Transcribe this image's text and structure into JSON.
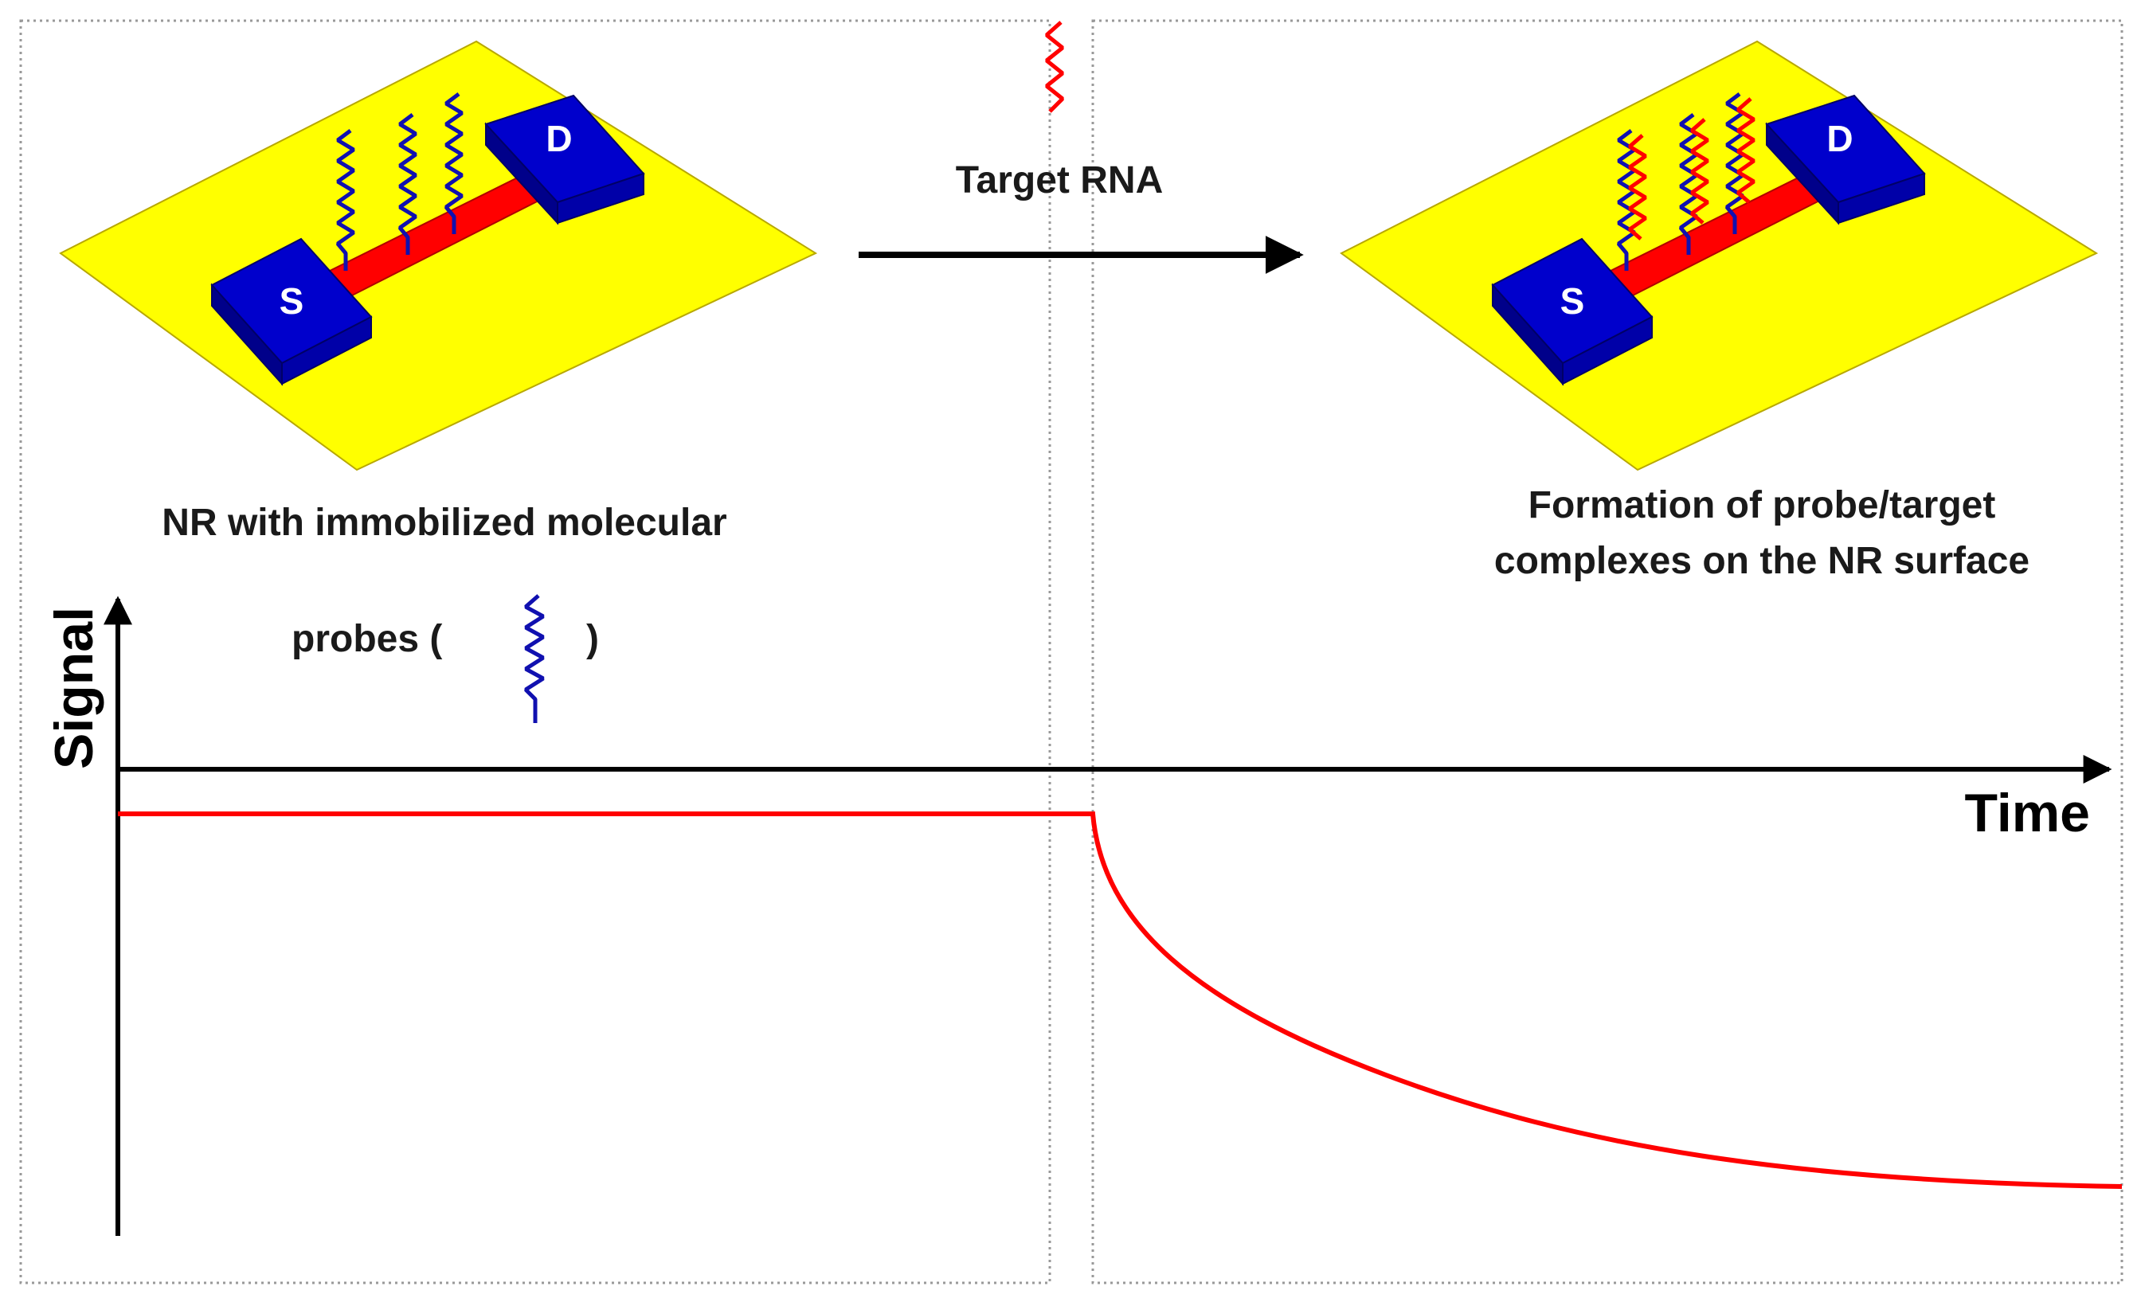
{
  "labels": {
    "target_rna": "Target RNA",
    "before_caption_line1": "NR with immobilized molecular",
    "before_caption_line2": "probes (",
    "before_caption_close": ")",
    "after_caption_line1": "Formation of probe/target",
    "after_caption_line2": "complexes on the NR surface",
    "source_label": "S",
    "drain_label": "D"
  },
  "axes": {
    "y_label": "Signal",
    "x_label": "Time"
  },
  "colors": {
    "substrate": "#FFFF00",
    "electrode": "#0000CC",
    "nanoribbon": "#FF0000",
    "probe": "#1010B0",
    "target": "#FF0000",
    "signal_curve": "#FF0000",
    "frame_dotted": "#999999"
  },
  "chart_data": {
    "type": "line",
    "title": "",
    "xlabel": "Time",
    "ylabel": "Signal",
    "series": [
      {
        "segments": [
          "constant baseline",
          "drop at target addition",
          "exponential decay to plateau"
        ]
      }
    ]
  }
}
